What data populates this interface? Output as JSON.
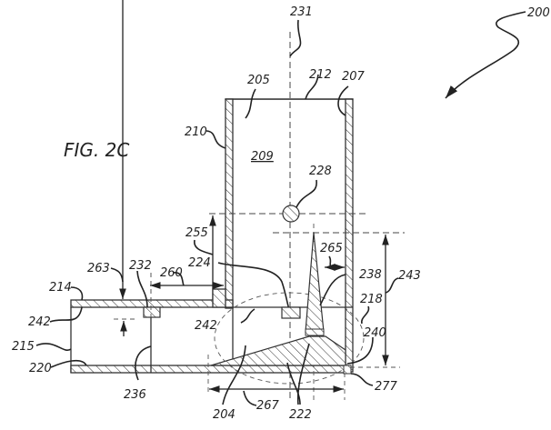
{
  "figure": {
    "title": "FIG. 2C",
    "colors": {
      "ink": "#222222",
      "background": "#ffffff"
    }
  },
  "labels": {
    "device": "200",
    "upper_wall_left": "205",
    "upper_wall_right": "207",
    "top_edge": "212",
    "vertical_axis": "231",
    "left_wall": "210",
    "chamber": "209",
    "sphere": "228",
    "height_255": "255",
    "width_265": "265",
    "edge_224": "224",
    "spike": "238",
    "horizontal_260": "260",
    "top_plate_arrow": "263",
    "insert_232": "232",
    "plate_214": "214",
    "region_218": "218",
    "height_243": "243",
    "inner_surface_left": "242",
    "inner_surface_mid": "242",
    "end_215": "215",
    "floor_220": "220",
    "divider_236": "236",
    "ramp_204": "204",
    "length_267": "267",
    "ramp_222": "222",
    "corner_240": "240",
    "corner_277": "277"
  }
}
